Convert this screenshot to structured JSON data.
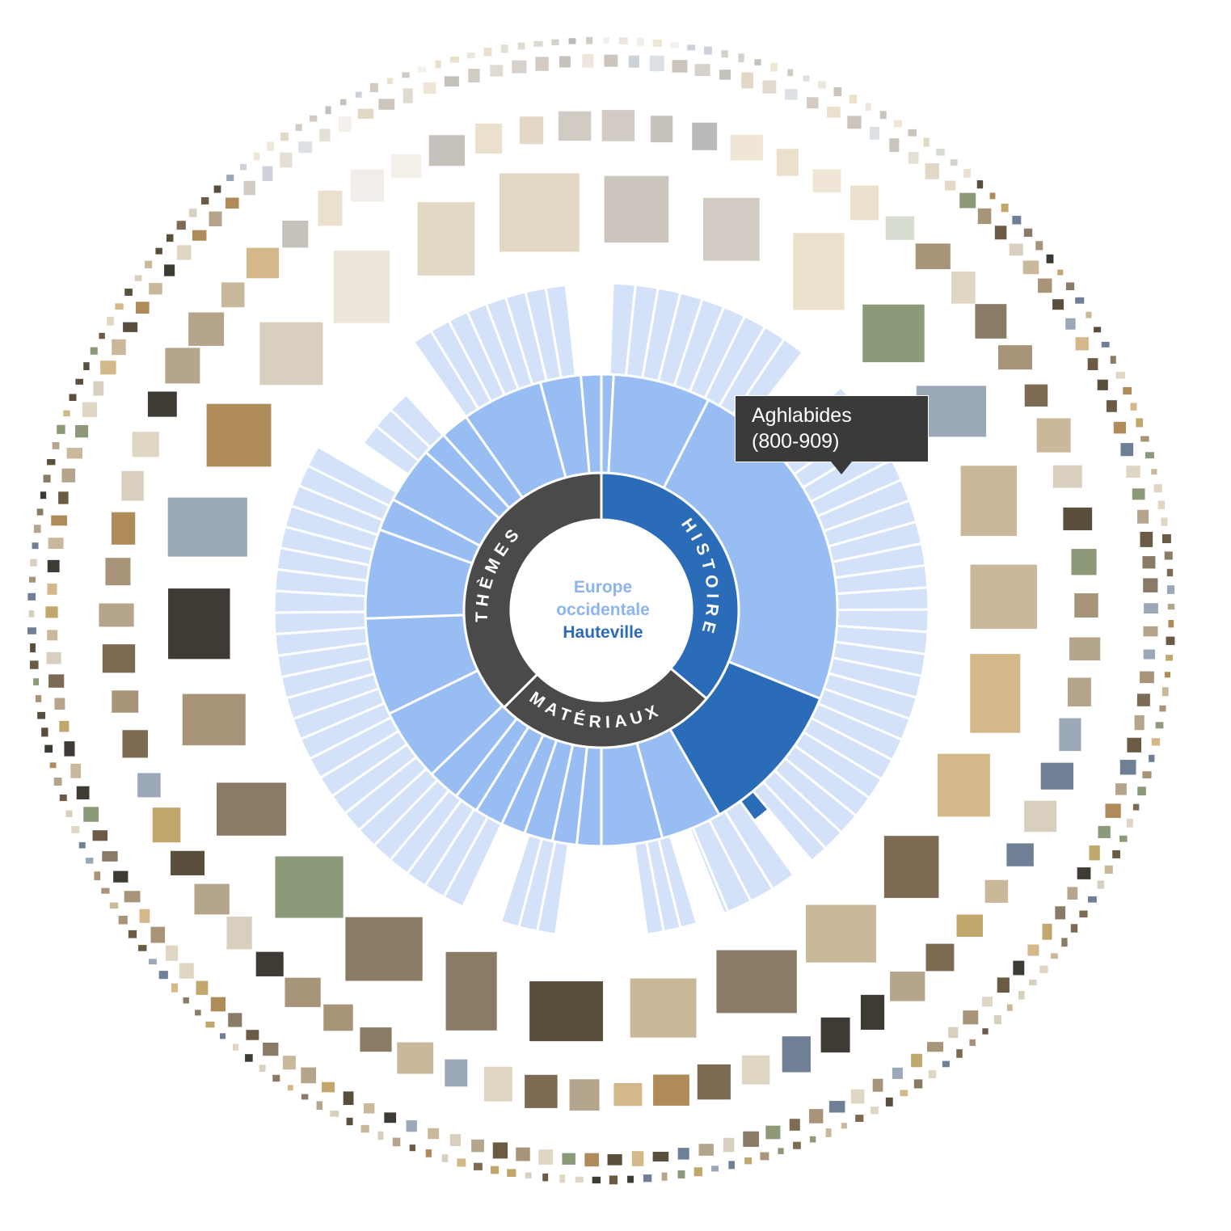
{
  "center": {
    "line1": "Europe",
    "line2": "occidentale",
    "line3": "Hauteville"
  },
  "rings": {
    "themes_label": "THÈMES",
    "histoire_label": "HISTOIRE",
    "materiaux_label": "MATÉRIAUX"
  },
  "tooltip": {
    "line1": "Aghlabides",
    "line2": "(800-909)"
  },
  "colors": {
    "inner_dark": "#4a4a4a",
    "selected_dark_blue": "#2b6cb8",
    "mid_blue": "#97bdf3",
    "light_blue": "#d3e2f9",
    "highlight_yellow": "#f4e6c0",
    "center_text_light": "#8db4ef",
    "center_text_dark": "#2b6cb8"
  },
  "icons": {
    "thumbnails": "artwork-thumbnail-icon"
  }
}
